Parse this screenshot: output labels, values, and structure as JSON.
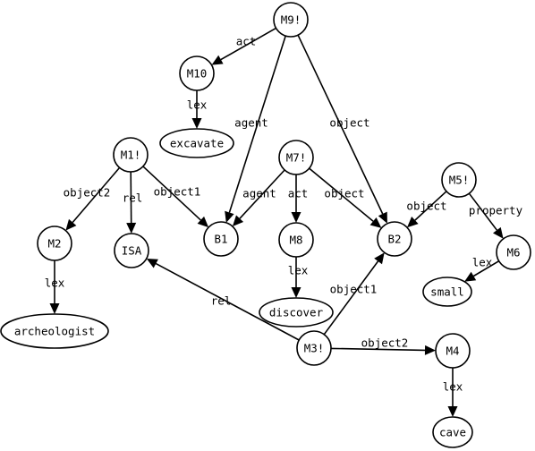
{
  "nodes": {
    "M9": "M9!",
    "M10": "M10",
    "excavate": "excavate",
    "M1": "M1!",
    "M7": "M7!",
    "M5": "M5!",
    "M2": "M2",
    "ISA": "ISA",
    "B1": "B1",
    "M8": "M8",
    "B2": "B2",
    "M6": "M6",
    "small": "small",
    "discover": "discover",
    "archeologist": "archeologist",
    "M3": "M3!",
    "M4": "M4",
    "cave": "cave"
  },
  "edges": {
    "m9_m10": "act",
    "m9_b1": "agent",
    "m9_b2": "object",
    "m10_excavate": "lex",
    "m1_m2": "object2",
    "m1_isa": "rel",
    "m1_b1": "object1",
    "m7_b1": "agent",
    "m7_m8": "act",
    "m7_b2": "object",
    "m5_b2": "object",
    "m5_m6": "property",
    "m2_archeologist": "lex",
    "m8_discover": "lex",
    "m6_small": "lex",
    "m3_isa": "rel",
    "m3_b2": "object1",
    "m3_m4": "object2",
    "m4_cave": "lex"
  }
}
